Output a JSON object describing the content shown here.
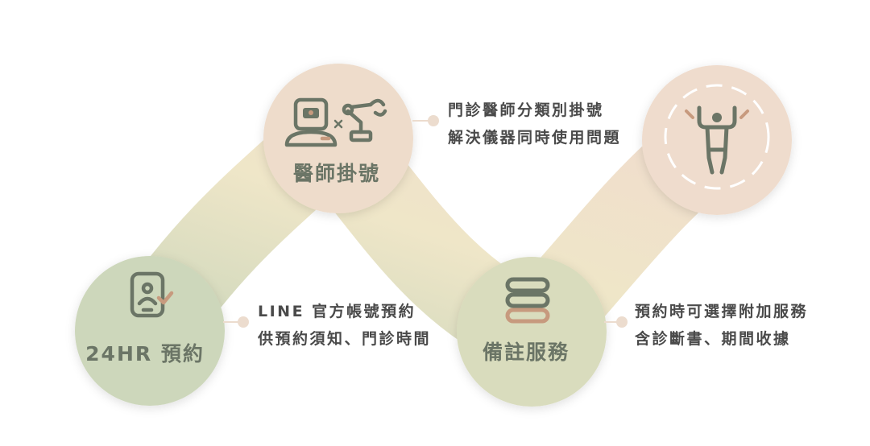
{
  "nodes": {
    "reserve24": {
      "label": "24HR 預約"
    },
    "doctor": {
      "label": "醫師掛號"
    },
    "extra": {
      "label": "備註服務"
    },
    "person": {
      "label": ""
    }
  },
  "descriptions": {
    "line": {
      "line1": "LINE 官方帳號預約",
      "line2": "供預約須知、門診時間"
    },
    "doctor": {
      "line1": "門診醫師分類別掛號",
      "line2": "解決儀器同時使用問題"
    },
    "extra": {
      "line1": "預約時可選擇附加服務",
      "line2": "含診斷書、期間收據"
    }
  },
  "colors": {
    "green": "#ccd6ba",
    "cream": "#efe6c9",
    "peach": "#efdccb",
    "icon": "#6b7566",
    "accent": "#c79a7e",
    "dot": "#ecdcce",
    "text": "#4a4a4a"
  }
}
